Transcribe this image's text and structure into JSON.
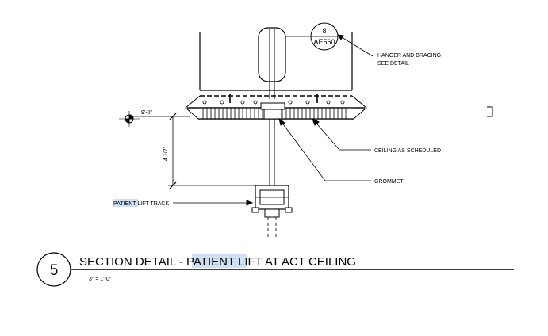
{
  "detail": {
    "number": "5",
    "title_prefix": "SECTION DETAIL - ",
    "title_highlight": "PATIENT",
    "title_suffix": " LIFT AT ACT CEILING",
    "scale": "3\" = 1'-0\""
  },
  "reference_bubble": {
    "number": "8",
    "sheet": "AE560"
  },
  "callouts": {
    "hanger": [
      "HANGER AND BRACING",
      "SEE DETAIL"
    ],
    "ceiling": "CEILING AS SCHEDULED",
    "grommet": "GROMMET",
    "track_highlight": "PATIENT",
    "track_rest": " LIFT TRACK"
  },
  "dimensions": {
    "elevation": "9'-0\"",
    "height": "4 1/2\""
  },
  "colors": {
    "highlight": "#cfe0f4",
    "line": "#000000"
  }
}
